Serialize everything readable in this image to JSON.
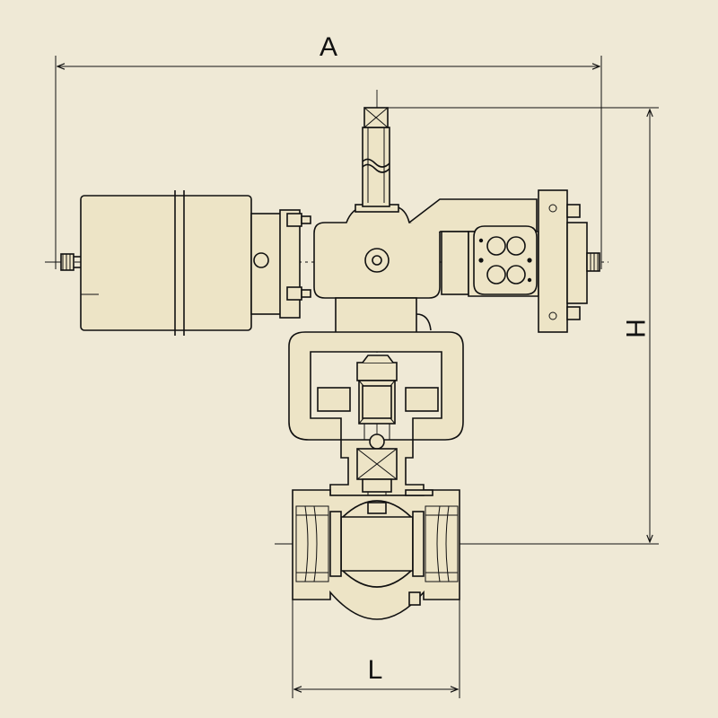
{
  "drawing": {
    "background": "#efe9d6",
    "line_color": "#111111",
    "body_fill": "#ede4c6"
  },
  "dimensions": {
    "a_label": "A",
    "h_label": "H",
    "l_label": "L"
  }
}
